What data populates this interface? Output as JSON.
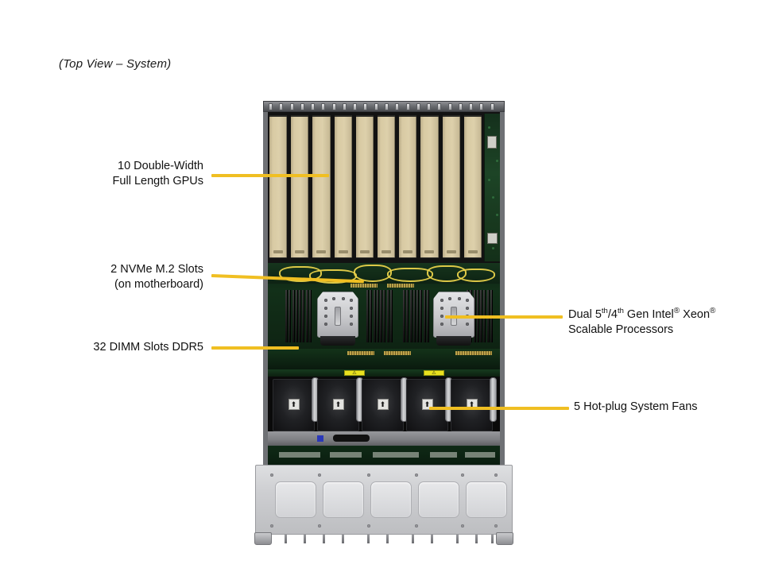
{
  "title": "(Top View – System)",
  "callouts": [
    {
      "id": "gpu",
      "lines": [
        "10 Double-Width",
        "Full Length GPUs"
      ],
      "side": "left"
    },
    {
      "id": "m2",
      "lines": [
        "2 NVMe M.2 Slots",
        "(on motherboard)"
      ],
      "side": "left"
    },
    {
      "id": "dimm",
      "lines": [
        "32 DIMM Slots DDR5"
      ],
      "side": "left"
    },
    {
      "id": "cpu",
      "lines": [
        "Dual 5th/4th Gen Intel® Xeon®",
        "Scalable Processors"
      ],
      "side": "right"
    },
    {
      "id": "fans",
      "lines": [
        "5 Hot-plug System Fans"
      ],
      "side": "right"
    }
  ],
  "callout_text": {
    "gpu_line1": "10 Double-Width",
    "gpu_line2": "Full Length GPUs",
    "m2_line1": "2 NVMe M.2 Slots",
    "m2_line2": "(on motherboard)",
    "dimm_line1": "32 DIMM Slots DDR5",
    "cpu_line1_a": "Dual 5",
    "cpu_line1_sup1": "th",
    "cpu_line1_b": "/4",
    "cpu_line1_sup2": "th",
    "cpu_line1_c": " Gen Intel",
    "cpu_line1_reg1": "®",
    "cpu_line1_d": " Xeon",
    "cpu_line1_reg2": "®",
    "cpu_line2": "Scalable Processors",
    "fans_line1": "5 Hot-plug System Fans"
  },
  "hardware": {
    "gpu_count": 10,
    "fan_count": 5,
    "psu_bay_count": 5,
    "cpu_count": 2,
    "dimm_slot_count": 32,
    "m2_slot_count": 2
  },
  "colors": {
    "leader_line": "#f0bf22",
    "gpu_card": "#d8caa3",
    "pcb_green": "#123019",
    "chassis_metal": "#6f7175",
    "front_panel": "#cdced1",
    "warning_yellow": "#e9e21f",
    "cable_yellow": "#e8d14a",
    "text": "#111111"
  },
  "fan_marker_glyph": "⬆",
  "warning_glyph": "⚠"
}
